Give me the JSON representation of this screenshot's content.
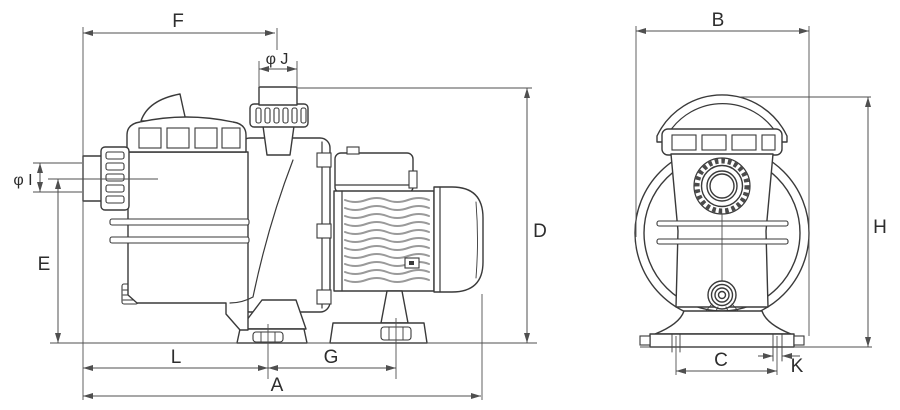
{
  "diagram": {
    "description": "dimension drawing of a centrifugal pool pump, side view and front view",
    "colors": {
      "background": "#ffffff",
      "outline": "#3a3a3a",
      "dimension_lines": "#4f4f4f",
      "label_text": "#2d2d2d",
      "motor_fins": "#9a9a9a"
    },
    "side_view": {
      "dims": {
        "F": "F",
        "J": "φ J",
        "I": "φ I",
        "E": "E",
        "D": "D",
        "L": "L",
        "G": "G",
        "A": "A"
      }
    },
    "front_view": {
      "dims": {
        "B": "B",
        "H": "H",
        "C": "C",
        "K": "K"
      }
    }
  }
}
